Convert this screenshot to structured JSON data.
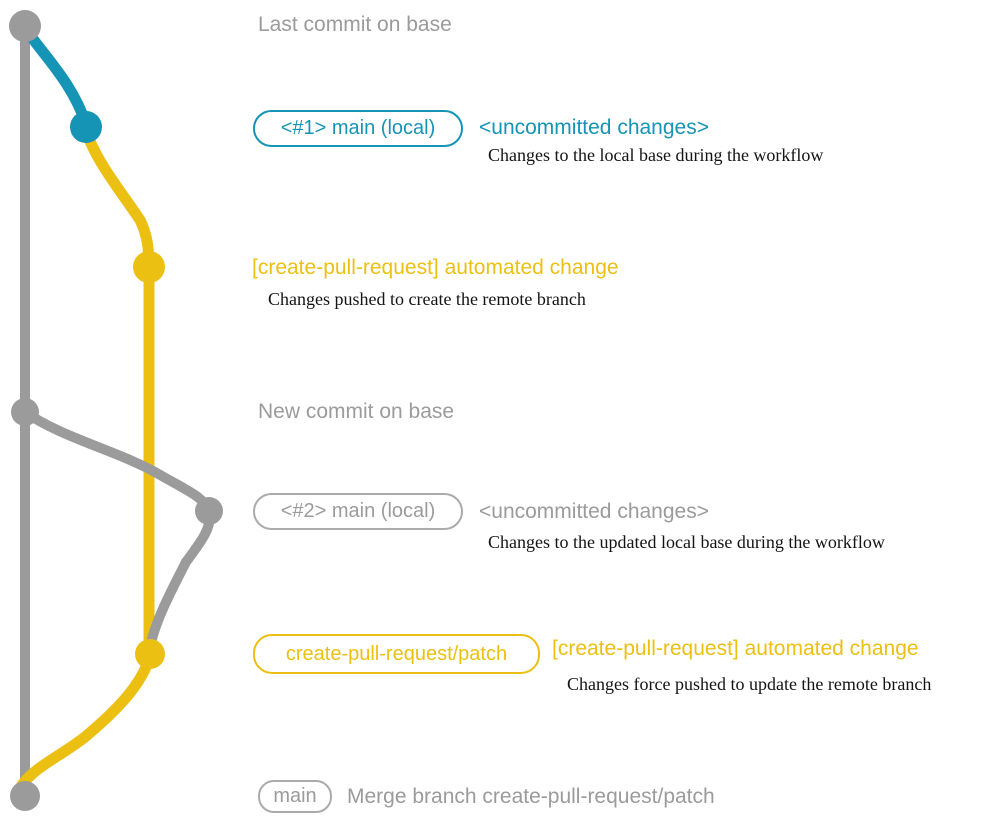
{
  "colors": {
    "base_gray": "#9b9b9b",
    "branch_blue": "#1694b6",
    "branch_yellow": "#ecc013",
    "description_text": "#141414",
    "background": "#ffffff"
  },
  "milestones": {
    "last_commit_title": "Last commit on base",
    "new_commit_title": "New commit on base"
  },
  "events": {
    "local1": {
      "badge": "<#1> main (local)",
      "heading": "<uncommitted changes>",
      "description": "Changes to the local base during the workflow"
    },
    "push": {
      "heading": "[create-pull-request] automated change",
      "description": "Changes pushed to create the remote branch"
    },
    "local2": {
      "badge": "<#2> main (local)",
      "heading": "<uncommitted changes>",
      "description": "Changes to the updated local base during the workflow"
    },
    "force_push": {
      "badge": "create-pull-request/patch",
      "heading": "[create-pull-request] automated change",
      "description": "Changes force pushed to update the remote branch"
    },
    "merge": {
      "badge": "main",
      "message": "Merge branch create-pull-request/patch"
    }
  }
}
